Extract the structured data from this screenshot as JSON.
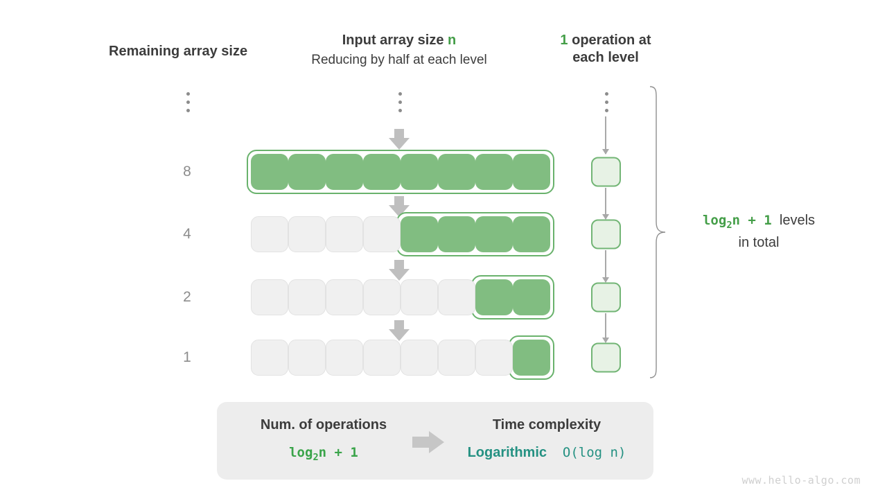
{
  "headers": {
    "remaining": "Remaining array size",
    "input_title_prefix": "Input array size ",
    "input_title_var": "n",
    "input_sub": "Reducing by half at each level",
    "ops_count": "1",
    "ops_title_rest": " operation at",
    "ops_title_line2": "each level"
  },
  "levels": [
    {
      "label": "8",
      "filled": 8,
      "total": 8
    },
    {
      "label": "4",
      "filled": 4,
      "total": 8
    },
    {
      "label": "2",
      "filled": 2,
      "total": 8
    },
    {
      "label": "1",
      "filled": 1,
      "total": 8
    }
  ],
  "ops_boxes_count": 4,
  "right_note": {
    "formula": "log",
    "formula_sub": "2",
    "formula_rest": "n + 1",
    "line1_tail": "levels",
    "line2": "in total"
  },
  "summary": {
    "left_title": "Num. of operations",
    "left_value_formula": "log",
    "left_value_sub": "2",
    "left_value_rest": "n + 1",
    "right_title": "Time complexity",
    "right_value_word": "Logarithmic",
    "right_value_bigo": "O(log n)"
  },
  "watermark": "www.hello-algo.com",
  "colors": {
    "green_fill": "#81bd81",
    "green_border": "#69b26c",
    "green_text": "#449e48",
    "light_green_fill": "#e7f2e5",
    "teal": "#249182",
    "gray_cell": "#f0f0f0",
    "arrow_gray": "#bfbfbf",
    "panel_gray": "#ededed"
  }
}
